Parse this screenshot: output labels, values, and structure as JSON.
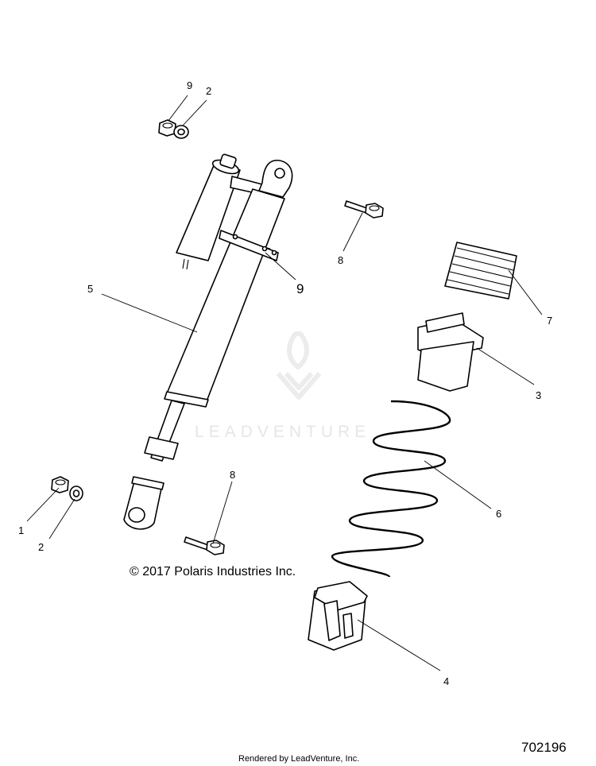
{
  "diagram": {
    "callouts": {
      "c9_top": "9",
      "c2_top": "2",
      "c5": "5",
      "c8_top": "8",
      "c9_clamp": "9",
      "c7": "7",
      "c3": "3",
      "c6": "6",
      "c8_bottom": "8",
      "c1": "1",
      "c2_bottom": "2",
      "c4": "4"
    },
    "copyright": "© 2017 Polaris Industries Inc.",
    "watermark": "LEADVENTURE",
    "footer": "Rendered by LeadVenture, Inc.",
    "reference_number": "702196"
  }
}
